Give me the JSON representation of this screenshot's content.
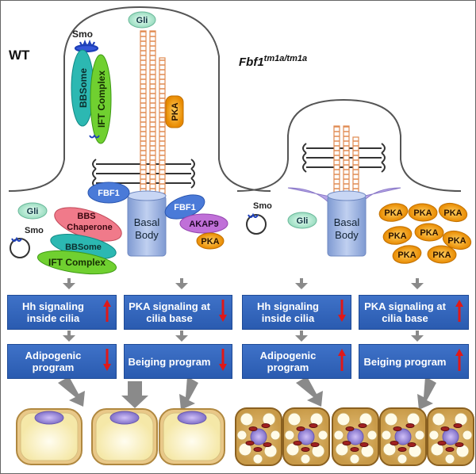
{
  "labels": {
    "wt": "WT",
    "mutant_base": "Fbf1",
    "mutant_sup": "tm1a/tm1a",
    "smo": "Smo",
    "gli": "Gli",
    "pka": "PKA",
    "bbsome": "BBSome",
    "ift_complex": "IFT Complex",
    "fbf1": "FBF1",
    "bbs": "BBS",
    "chaperone": "Chaperone",
    "akap9": "AKAP9",
    "basal": "Basal",
    "body": "Body"
  },
  "panels": [
    {
      "line1": "Hh signaling",
      "line2": "inside cilia",
      "arrow": "up"
    },
    {
      "line1": "PKA signaling at",
      "line2": "cilia base",
      "arrow": "down"
    },
    {
      "line1": "Hh signaling",
      "line2": "inside cilia",
      "arrow": "down"
    },
    {
      "line1": "PKA signaling at",
      "line2": "cilia base",
      "arrow": "up"
    },
    {
      "line1": "Adipogenic",
      "line2": "program",
      "arrow": "down"
    },
    {
      "line1": "Beiging program",
      "line2": "",
      "arrow": "down"
    },
    {
      "line1": "Adipogenic",
      "line2": "program",
      "arrow": "up"
    },
    {
      "line1": "Beiging program",
      "line2": "",
      "arrow": "up"
    }
  ],
  "colors": {
    "panel_blue": "#3465bd",
    "arrow_red": "#e01818",
    "gli_green": "#bfeed8",
    "pka_orange": "#f0a010",
    "bbsome_teal": "#2ab5b0",
    "ift_green": "#6ad02a",
    "fbf1_blue": "#4a7ad8",
    "bbs_pink": "#f07a8a",
    "akap9_purple": "#c070d8",
    "basal_body": "#9cb4e0",
    "cilium_orange": "#e8a070"
  }
}
